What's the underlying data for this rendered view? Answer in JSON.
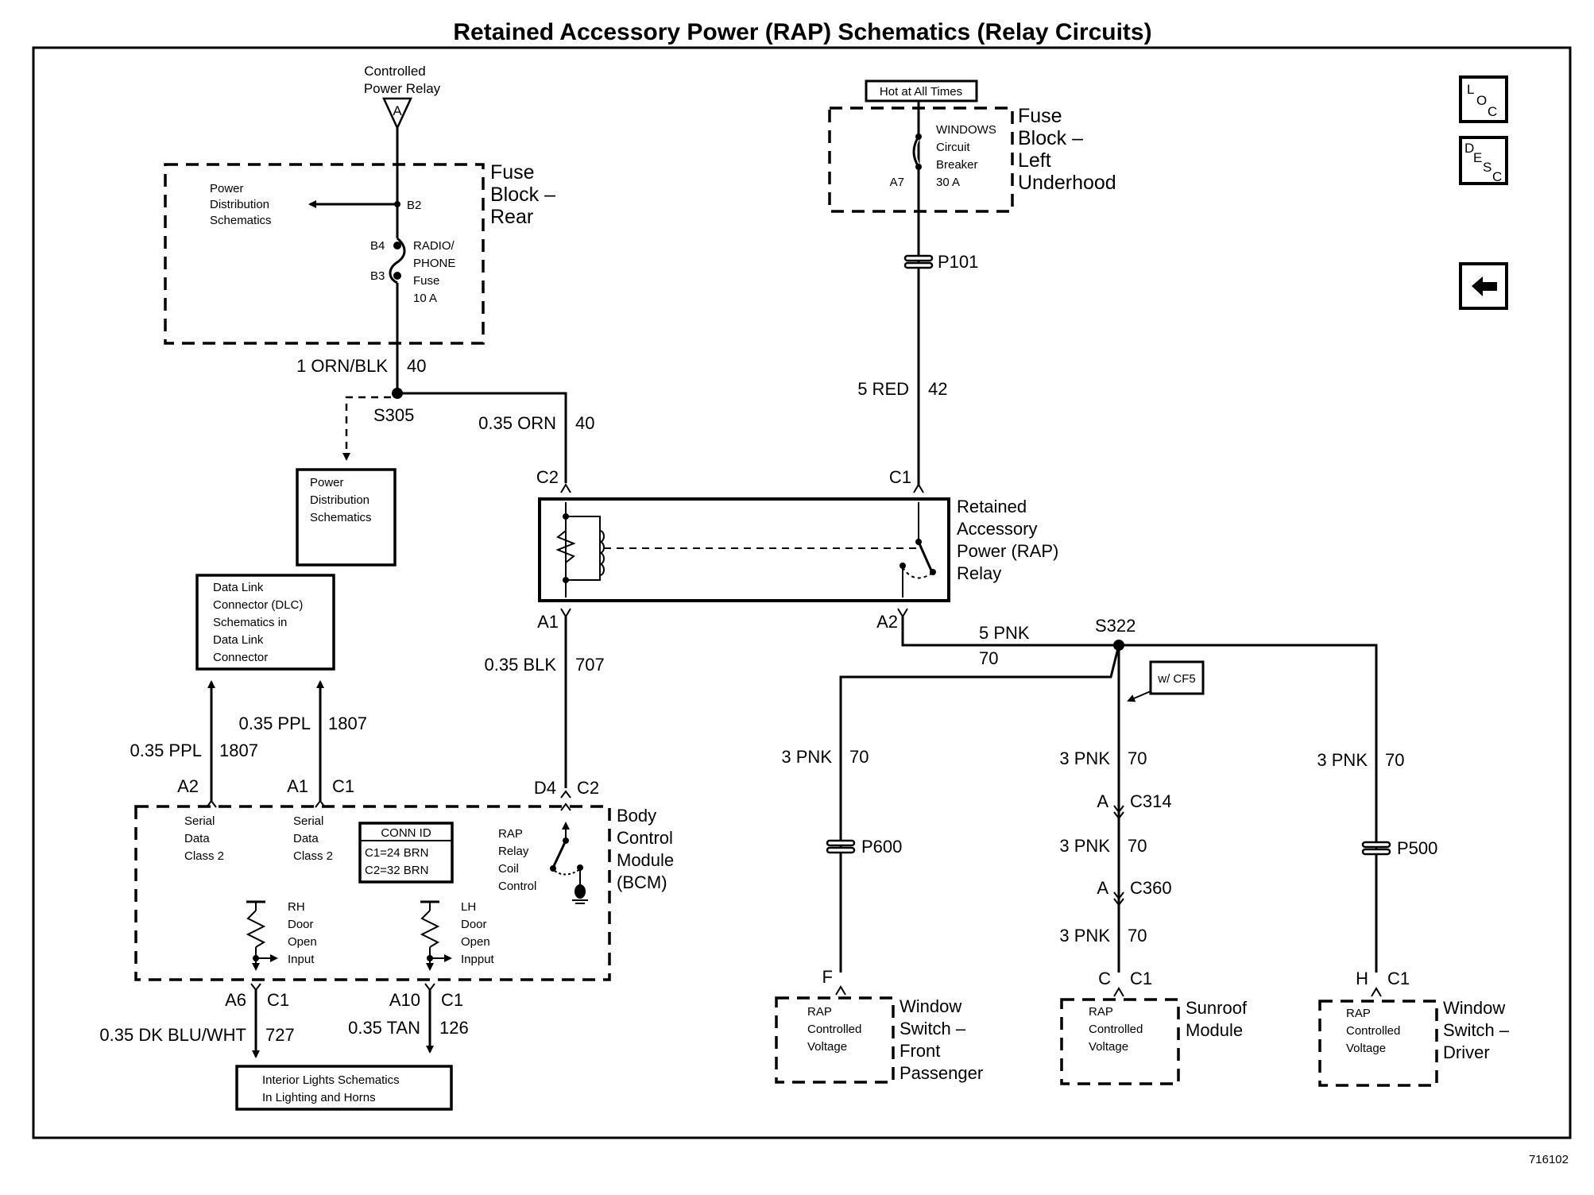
{
  "title": "Retained Accessory Power (RAP) Schematics (Relay Circuits)",
  "figure_id": "716102",
  "nav_buttons": {
    "loc": {
      "letters": [
        "L",
        "O",
        "C"
      ],
      "meaning": "Location"
    },
    "desc": {
      "letters": [
        "D",
        "E",
        "S",
        "C"
      ],
      "meaning": "Description"
    },
    "back": {
      "icon": "back-arrow-icon"
    }
  },
  "sources": {
    "controlled_power_relay": {
      "label_line1": "Controlled",
      "label_line2": "Power Relay",
      "terminal": "A"
    },
    "hot_at_all_times": "Hot at All Times"
  },
  "fuse_block_rear": {
    "name_lines": [
      "Fuse",
      "Block –",
      "Rear"
    ],
    "power_dist_lines": [
      "Power",
      "Distribution",
      "Schematics"
    ],
    "b2": "B2",
    "b4": "B4",
    "b3": "B3",
    "fuse_lines": [
      "RADIO/",
      "PHONE",
      "Fuse",
      "10 A"
    ]
  },
  "fuse_block_left": {
    "name_lines": [
      "Fuse",
      "Block –",
      "Left",
      "Underhood"
    ],
    "breaker_lines": [
      "WINDOWS",
      "Circuit",
      "Breaker",
      "30 A"
    ],
    "a7": "A7"
  },
  "wires": {
    "w_orn_blk": {
      "gauge_color": "1 ORN/BLK",
      "circuit": "40"
    },
    "w_orn": {
      "gauge_color": "0.35 ORN",
      "circuit": "40"
    },
    "w_red": {
      "gauge_color": "5 RED",
      "circuit": "42"
    },
    "w_blk": {
      "gauge_color": "0.35 BLK",
      "circuit": "707"
    },
    "w_pnk_main": {
      "gauge_color": "5 PNK",
      "circuit": "70"
    },
    "w_ppl_a2": {
      "gauge_color": "0.35 PPL",
      "circuit": "1807"
    },
    "w_ppl_a1": {
      "gauge_color": "0.35 PPL",
      "circuit": "1807"
    },
    "w_dkblu": {
      "gauge_color": "0.35 DK BLU/WHT",
      "circuit": "727"
    },
    "w_tan": {
      "gauge_color": "0.35 TAN",
      "circuit": "126"
    },
    "w_pnk_fp": {
      "gauge_color": "3 PNK",
      "circuit": "70"
    },
    "w_pnk_sr1": {
      "gauge_color": "3 PNK",
      "circuit": "70"
    },
    "w_pnk_sr2": {
      "gauge_color": "3 PNK",
      "circuit": "70"
    },
    "w_pnk_sr3": {
      "gauge_color": "3 PNK",
      "circuit": "70"
    },
    "w_pnk_dr": {
      "gauge_color": "3 PNK",
      "circuit": "70"
    }
  },
  "splices": {
    "s305": "S305",
    "s322": "S322"
  },
  "pass_throughs": {
    "p101": "P101",
    "p600": "P600",
    "p500": "P500"
  },
  "power_dist_box_lines": [
    "Power",
    "Distribution",
    "Schematics"
  ],
  "dlc_box_lines": [
    "Data Link",
    "Connector (DLC)",
    "Schematics in",
    "Data Link",
    "Connector"
  ],
  "relay": {
    "name_lines": [
      "Retained",
      "Accessory",
      "Power (RAP)",
      "Relay"
    ],
    "c2": "C2",
    "c1": "C1",
    "a1": "A1",
    "a2": "A2"
  },
  "bcm": {
    "name_lines": [
      "Body",
      "Control",
      "Module",
      "(BCM)"
    ],
    "a2": "A2",
    "a1": "A1",
    "c1_top": "C1",
    "d4": "D4",
    "c2": "C2",
    "serial1_lines": [
      "Serial",
      "Data",
      "Class 2"
    ],
    "serial2_lines": [
      "Serial",
      "Data",
      "Class 2"
    ],
    "conn_id_title": "CONN ID",
    "conn_id_rows": [
      "C1=24 BRN",
      "C2=32 BRN"
    ],
    "rap_ctrl_lines": [
      "RAP",
      "Relay",
      "Coil",
      "Control"
    ],
    "rh_lines": [
      "RH",
      "Door",
      "Open",
      "Input"
    ],
    "lh_lines": [
      "LH",
      "Door",
      "Open",
      "Inpput"
    ],
    "a6": "A6",
    "a6_conn": "C1",
    "a10": "A10",
    "a10_conn": "C1"
  },
  "interior_box_lines": [
    "Interior Lights Schematics",
    "In Lighting and Horns"
  ],
  "option_tag": "w/ CF5",
  "connectors": {
    "c314": {
      "pin": "A",
      "name": "C314"
    },
    "c360": {
      "pin": "A",
      "name": "C360"
    }
  },
  "loads": [
    {
      "pin": "F",
      "conn": "",
      "inner_lines": [
        "RAP",
        "Controlled",
        "Voltage"
      ],
      "name_lines": [
        "Window",
        "Switch –",
        "Front",
        "Passenger"
      ]
    },
    {
      "pin": "C",
      "conn": "C1",
      "inner_lines": [
        "RAP",
        "Controlled",
        "Voltage"
      ],
      "name_lines": [
        "Sunroof",
        "Module"
      ]
    },
    {
      "pin": "H",
      "conn": "C1",
      "inner_lines": [
        "RAP",
        "Controlled",
        "Voltage"
      ],
      "name_lines": [
        "Window",
        "Switch –",
        "Driver"
      ]
    }
  ]
}
